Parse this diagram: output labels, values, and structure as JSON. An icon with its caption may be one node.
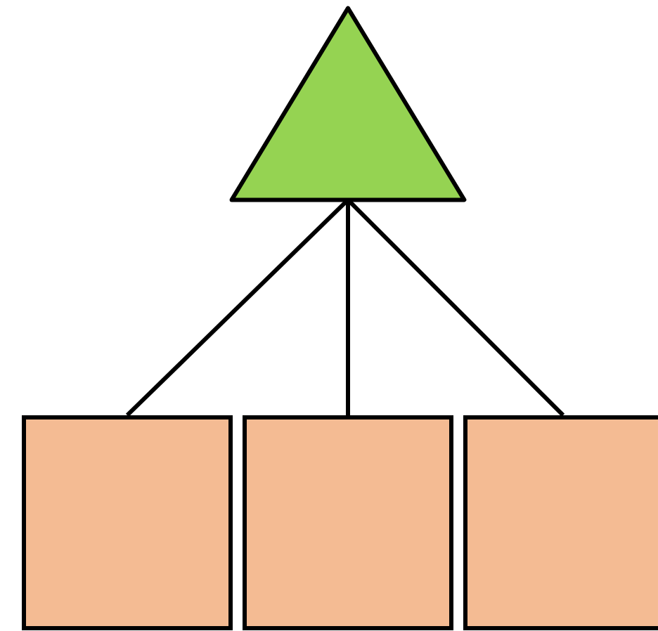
{
  "diagram": {
    "nodes": [
      {
        "text": [],
        "shape": "triangle"
      },
      {
        "text": [],
        "shape": "box"
      },
      {
        "text": [],
        "shape": "box"
      },
      {
        "text": [],
        "shape": "box"
      }
    ],
    "edges": [
      {
        "from": 0,
        "to": 1,
        "arrow": "none"
      },
      {
        "from": 0,
        "to": 2,
        "arrow": "none"
      },
      {
        "from": 0,
        "to": 3,
        "arrow": "none"
      }
    ]
  }
}
